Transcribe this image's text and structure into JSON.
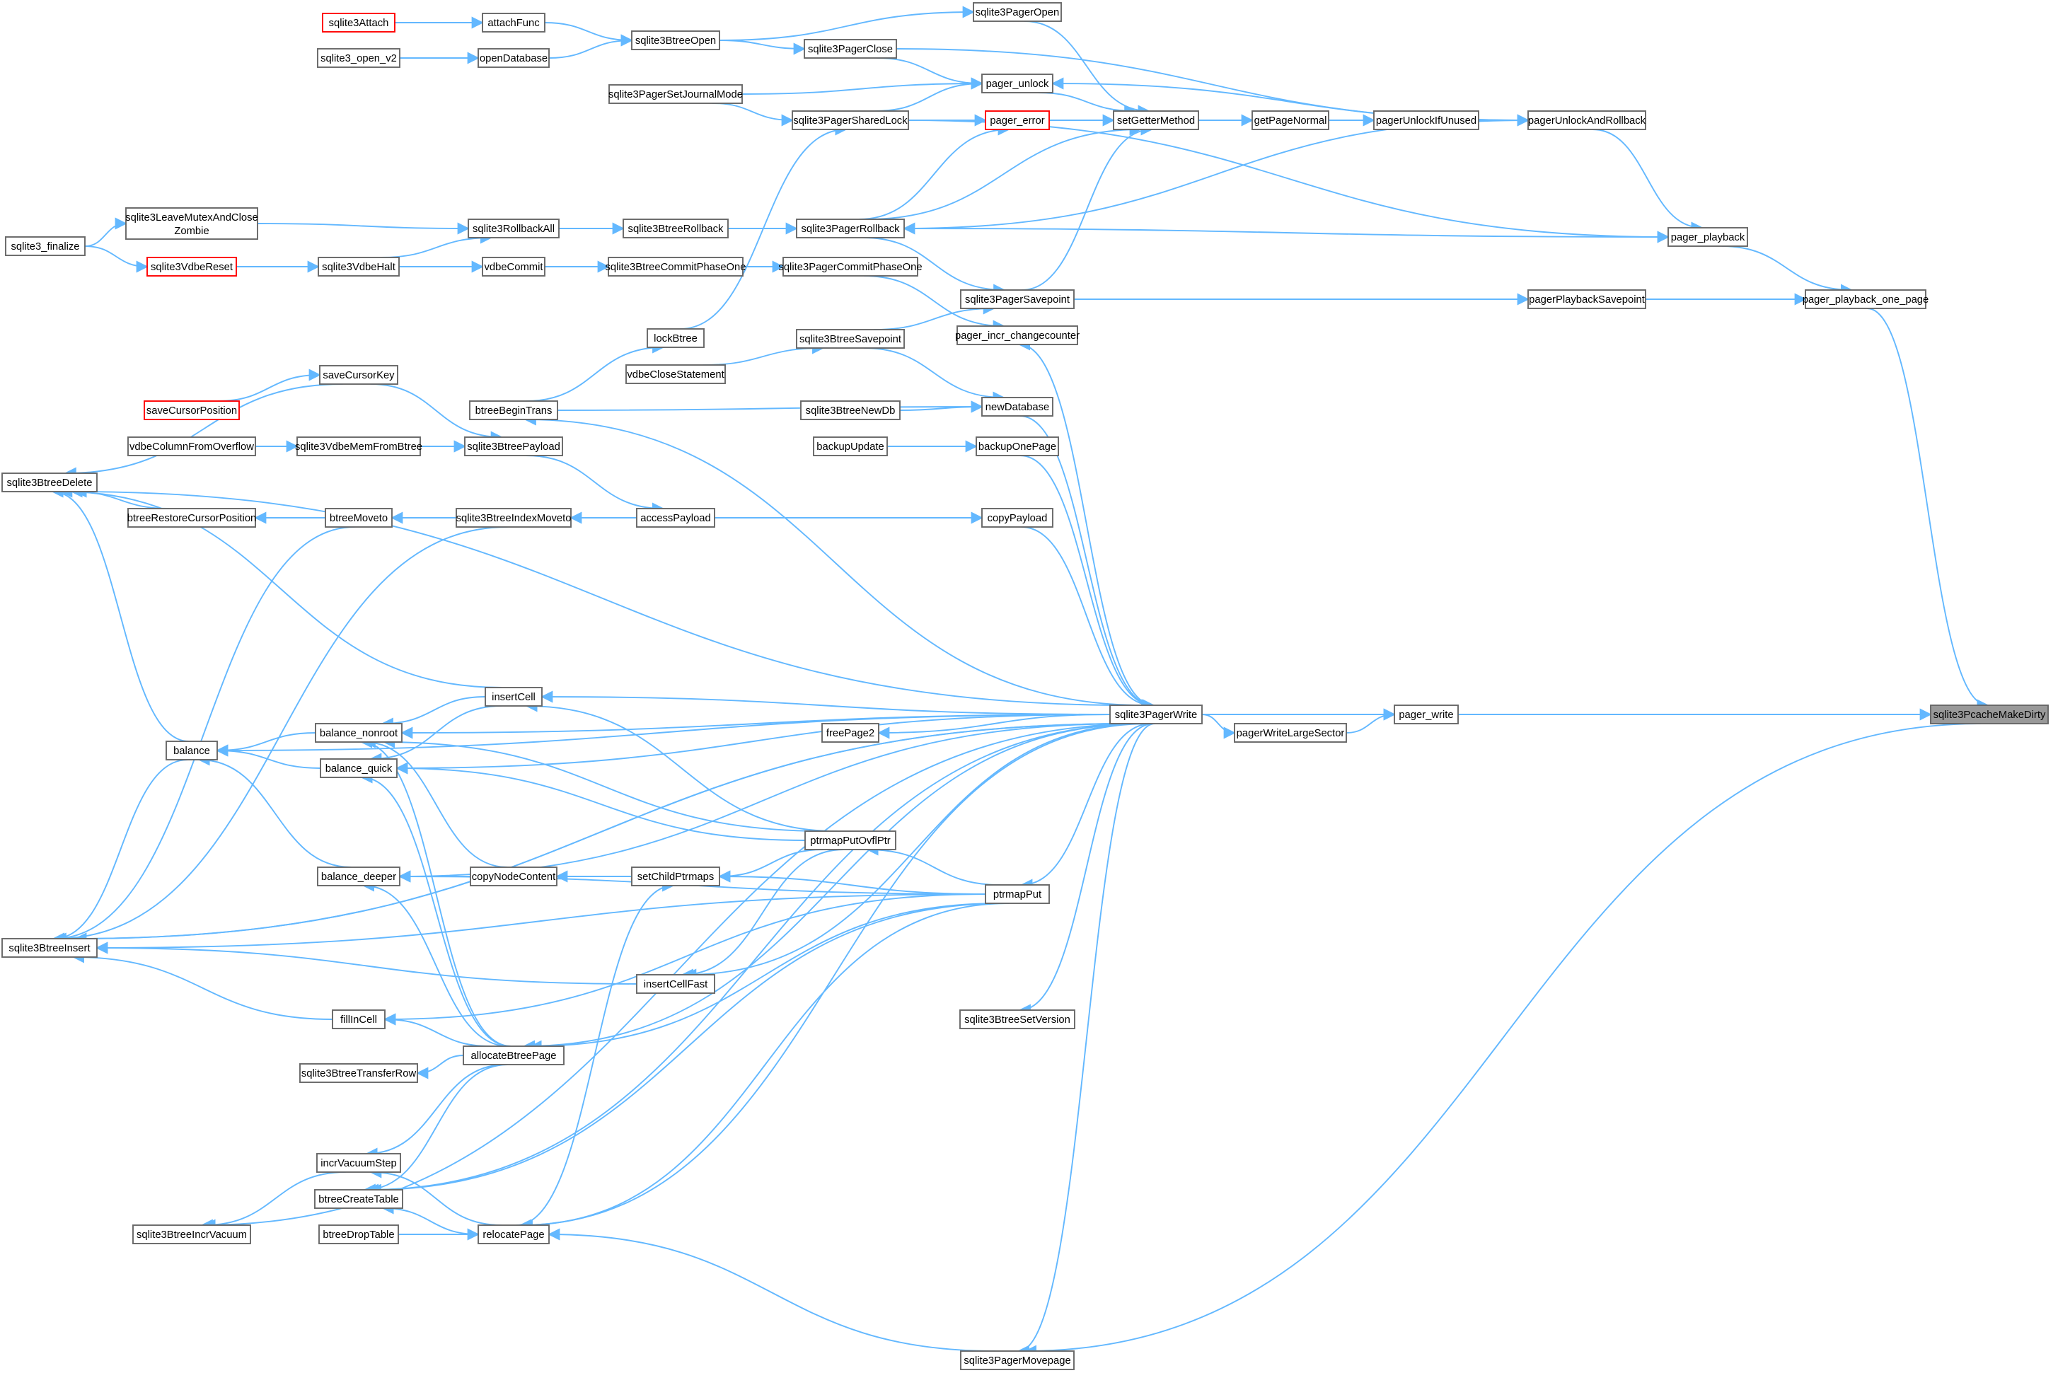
{
  "colors": {
    "edge": "#63b8ff",
    "box_border": "#666666",
    "highlight_border": "#ff0000",
    "root_fill": "#999999"
  },
  "nodes": [
    {
      "id": "sqlite3Attach",
      "label": "sqlite3Attach",
      "style": "red"
    },
    {
      "id": "attachFunc",
      "label": "attachFunc"
    },
    {
      "id": "sqlite3_open_v2",
      "label": "sqlite3_open_v2"
    },
    {
      "id": "openDatabase",
      "label": "openDatabase"
    },
    {
      "id": "sqlite3BtreeOpen",
      "label": "sqlite3BtreeOpen"
    },
    {
      "id": "sqlite3PagerOpen",
      "label": "sqlite3PagerOpen"
    },
    {
      "id": "sqlite3PagerClose",
      "label": "sqlite3PagerClose"
    },
    {
      "id": "sqlite3PagerSetJournalMode",
      "label": "sqlite3PagerSetJournalMode"
    },
    {
      "id": "pager_unlock",
      "label": "pager_unlock"
    },
    {
      "id": "sqlite3PagerSharedLock",
      "label": "sqlite3PagerSharedLock"
    },
    {
      "id": "pager_error",
      "label": "pager_error",
      "style": "red"
    },
    {
      "id": "setGetterMethod",
      "label": "setGetterMethod"
    },
    {
      "id": "getPageNormal",
      "label": "getPageNormal"
    },
    {
      "id": "pagerUnlockIfUnused",
      "label": "pagerUnlockIfUnused"
    },
    {
      "id": "pagerUnlockAndRollback",
      "label": "pagerUnlockAndRollback"
    },
    {
      "id": "sqlite3_finalize",
      "label": "sqlite3_finalize"
    },
    {
      "id": "sqlite3LeaveMutexAndCloseZombie",
      "label": "sqlite3LeaveMutexAndClose",
      "label2": "Zombie"
    },
    {
      "id": "sqlite3VdbeReset",
      "label": "sqlite3VdbeReset",
      "style": "red"
    },
    {
      "id": "sqlite3RollbackAll",
      "label": "sqlite3RollbackAll"
    },
    {
      "id": "sqlite3VdbeHalt",
      "label": "sqlite3VdbeHalt"
    },
    {
      "id": "sqlite3BtreeRollback",
      "label": "sqlite3BtreeRollback"
    },
    {
      "id": "sqlite3PagerRollback",
      "label": "sqlite3PagerRollback"
    },
    {
      "id": "vdbeCommit",
      "label": "vdbeCommit"
    },
    {
      "id": "sqlite3BtreeCommitPhaseOne",
      "label": "sqlite3BtreeCommitPhaseOne"
    },
    {
      "id": "sqlite3PagerCommitPhaseOne",
      "label": "sqlite3PagerCommitPhaseOne"
    },
    {
      "id": "pager_playback",
      "label": "pager_playback"
    },
    {
      "id": "sqlite3PagerSavepoint",
      "label": "sqlite3PagerSavepoint"
    },
    {
      "id": "pagerPlaybackSavepoint",
      "label": "pagerPlaybackSavepoint"
    },
    {
      "id": "pager_playback_one_page",
      "label": "pager_playback_one_page"
    },
    {
      "id": "pager_incr_changecounter",
      "label": "pager_incr_changecounter"
    },
    {
      "id": "lockBtree",
      "label": "lockBtree"
    },
    {
      "id": "sqlite3BtreeSavepoint",
      "label": "sqlite3BtreeSavepoint"
    },
    {
      "id": "vdbeCloseStatement",
      "label": "vdbeCloseStatement"
    },
    {
      "id": "saveCursorKey",
      "label": "saveCursorKey"
    },
    {
      "id": "saveCursorPosition",
      "label": "saveCursorPosition",
      "style": "red"
    },
    {
      "id": "btreeBeginTrans",
      "label": "btreeBeginTrans"
    },
    {
      "id": "sqlite3BtreeNewDb",
      "label": "sqlite3BtreeNewDb"
    },
    {
      "id": "newDatabase",
      "label": "newDatabase"
    },
    {
      "id": "vdbeColumnFromOverflow",
      "label": "vdbeColumnFromOverflow"
    },
    {
      "id": "sqlite3VdbeMemFromBtree",
      "label": "sqlite3VdbeMemFromBtree"
    },
    {
      "id": "sqlite3BtreePayload",
      "label": "sqlite3BtreePayload"
    },
    {
      "id": "backupUpdate",
      "label": "backupUpdate"
    },
    {
      "id": "backupOnePage",
      "label": "backupOnePage"
    },
    {
      "id": "sqlite3BtreeDelete",
      "label": "sqlite3BtreeDelete"
    },
    {
      "id": "btreeRestoreCursorPosition",
      "label": "btreeRestoreCursorPosition"
    },
    {
      "id": "btreeMoveto",
      "label": "btreeMoveto"
    },
    {
      "id": "sqlite3BtreeIndexMoveto",
      "label": "sqlite3BtreeIndexMoveto"
    },
    {
      "id": "accessPayload",
      "label": "accessPayload"
    },
    {
      "id": "copyPayload",
      "label": "copyPayload"
    },
    {
      "id": "insertCell",
      "label": "insertCell"
    },
    {
      "id": "balance",
      "label": "balance"
    },
    {
      "id": "balance_nonroot",
      "label": "balance_nonroot"
    },
    {
      "id": "sqlite3PagerWrite",
      "label": "sqlite3PagerWrite"
    },
    {
      "id": "pager_write",
      "label": "pager_write"
    },
    {
      "id": "sqlite3PcacheMakeDirty",
      "label": "sqlite3PcacheMakeDirty",
      "style": "root"
    },
    {
      "id": "freePage2",
      "label": "freePage2"
    },
    {
      "id": "pagerWriteLargeSector",
      "label": "pagerWriteLargeSector"
    },
    {
      "id": "balance_quick",
      "label": "balance_quick"
    },
    {
      "id": "ptrmapPutOvflPtr",
      "label": "ptrmapPutOvflPtr"
    },
    {
      "id": "balance_deeper",
      "label": "balance_deeper"
    },
    {
      "id": "copyNodeContent",
      "label": "copyNodeContent"
    },
    {
      "id": "setChildPtrmaps",
      "label": "setChildPtrmaps"
    },
    {
      "id": "ptrmapPut",
      "label": "ptrmapPut"
    },
    {
      "id": "sqlite3BtreeInsert",
      "label": "sqlite3BtreeInsert"
    },
    {
      "id": "insertCellFast",
      "label": "insertCellFast"
    },
    {
      "id": "sqlite3BtreeSetVersion",
      "label": "sqlite3BtreeSetVersion"
    },
    {
      "id": "fillInCell",
      "label": "fillInCell"
    },
    {
      "id": "allocateBtreePage",
      "label": "allocateBtreePage"
    },
    {
      "id": "sqlite3BtreeTransferRow",
      "label": "sqlite3BtreeTransferRow"
    },
    {
      "id": "incrVacuumStep",
      "label": "incrVacuumStep"
    },
    {
      "id": "btreeCreateTable",
      "label": "btreeCreateTable"
    },
    {
      "id": "sqlite3BtreeIncrVacuum",
      "label": "sqlite3BtreeIncrVacuum"
    },
    {
      "id": "btreeDropTable",
      "label": "btreeDropTable"
    },
    {
      "id": "relocatePage",
      "label": "relocatePage"
    },
    {
      "id": "sqlite3PagerMovepage",
      "label": "sqlite3PagerMovepage"
    }
  ],
  "edges": [
    [
      "sqlite3Attach",
      "attachFunc"
    ],
    [
      "attachFunc",
      "sqlite3BtreeOpen"
    ],
    [
      "sqlite3_open_v2",
      "openDatabase"
    ],
    [
      "openDatabase",
      "sqlite3BtreeOpen"
    ],
    [
      "sqlite3BtreeOpen",
      "sqlite3PagerOpen"
    ],
    [
      "sqlite3BtreeOpen",
      "sqlite3PagerClose"
    ],
    [
      "sqlite3PagerOpen",
      "setGetterMethod"
    ],
    [
      "sqlite3PagerClose",
      "pager_unlock"
    ],
    [
      "sqlite3PagerClose",
      "pagerUnlockAndRollback"
    ],
    [
      "sqlite3PagerSetJournalMode",
      "pager_unlock"
    ],
    [
      "sqlite3PagerSetJournalMode",
      "sqlite3PagerSharedLock"
    ],
    [
      "sqlite3PagerSharedLock",
      "pager_unlock"
    ],
    [
      "sqlite3PagerSharedLock",
      "pager_error"
    ],
    [
      "sqlite3PagerSharedLock",
      "pager_playback"
    ],
    [
      "pager_unlock",
      "setGetterMethod"
    ],
    [
      "pager_error",
      "setGetterMethod"
    ],
    [
      "setGetterMethod",
      "getPageNormal"
    ],
    [
      "getPageNormal",
      "pagerUnlockIfUnused"
    ],
    [
      "pagerUnlockIfUnused",
      "pagerUnlockAndRollback"
    ],
    [
      "pagerUnlockAndRollback",
      "pager_unlock"
    ],
    [
      "pagerUnlockAndRollback",
      "sqlite3PagerRollback"
    ],
    [
      "pagerUnlockAndRollback",
      "pager_playback"
    ],
    [
      "sqlite3_finalize",
      "sqlite3LeaveMutexAndCloseZombie"
    ],
    [
      "sqlite3_finalize",
      "sqlite3VdbeReset"
    ],
    [
      "sqlite3LeaveMutexAndCloseZombie",
      "sqlite3RollbackAll"
    ],
    [
      "sqlite3VdbeReset",
      "sqlite3VdbeHalt"
    ],
    [
      "sqlite3VdbeHalt",
      "sqlite3RollbackAll"
    ],
    [
      "sqlite3VdbeHalt",
      "vdbeCommit"
    ],
    [
      "sqlite3RollbackAll",
      "sqlite3BtreeRollback"
    ],
    [
      "sqlite3BtreeRollback",
      "sqlite3PagerRollback"
    ],
    [
      "sqlite3PagerRollback",
      "pager_error"
    ],
    [
      "sqlite3PagerRollback",
      "setGetterMethod"
    ],
    [
      "sqlite3PagerRollback",
      "pager_playback"
    ],
    [
      "sqlite3PagerRollback",
      "sqlite3PagerSavepoint"
    ],
    [
      "vdbeCommit",
      "sqlite3BtreeCommitPhaseOne"
    ],
    [
      "sqlite3BtreeCommitPhaseOne",
      "sqlite3PagerCommitPhaseOne"
    ],
    [
      "sqlite3PagerCommitPhaseOne",
      "pager_incr_changecounter"
    ],
    [
      "pager_playback",
      "pager_playback_one_page"
    ],
    [
      "sqlite3PagerSavepoint",
      "setGetterMethod"
    ],
    [
      "sqlite3PagerSavepoint",
      "pagerPlaybackSavepoint"
    ],
    [
      "pagerPlaybackSavepoint",
      "pager_playback_one_page"
    ],
    [
      "pager_playback_one_page",
      "sqlite3PcacheMakeDirty"
    ],
    [
      "lockBtree",
      "sqlite3PagerSharedLock"
    ],
    [
      "btreeBeginTrans",
      "lockBtree"
    ],
    [
      "btreeBeginTrans",
      "newDatabase"
    ],
    [
      "sqlite3BtreeSavepoint",
      "sqlite3PagerSavepoint"
    ],
    [
      "sqlite3BtreeSavepoint",
      "newDatabase"
    ],
    [
      "vdbeCloseStatement",
      "sqlite3BtreeSavepoint"
    ],
    [
      "sqlite3BtreeNewDb",
      "newDatabase"
    ],
    [
      "newDatabase",
      "sqlite3PagerWrite"
    ],
    [
      "saveCursorPosition",
      "saveCursorKey"
    ],
    [
      "saveCursorKey",
      "sqlite3BtreeDelete"
    ],
    [
      "saveCursorKey",
      "sqlite3BtreePayload"
    ],
    [
      "vdbeColumnFromOverflow",
      "sqlite3VdbeMemFromBtree"
    ],
    [
      "vdbeColumnFromOverflow",
      "sqlite3BtreePayload"
    ],
    [
      "sqlite3VdbeMemFromBtree",
      "sqlite3BtreePayload"
    ],
    [
      "sqlite3BtreePayload",
      "accessPayload"
    ],
    [
      "backupUpdate",
      "backupOnePage"
    ],
    [
      "backupOnePage",
      "sqlite3PagerWrite"
    ],
    [
      "btreeRestoreCursorPosition",
      "sqlite3BtreeDelete"
    ],
    [
      "btreeMoveto",
      "btreeRestoreCursorPosition"
    ],
    [
      "btreeMoveto",
      "sqlite3BtreeInsert"
    ],
    [
      "sqlite3BtreeIndexMoveto",
      "btreeMoveto"
    ],
    [
      "sqlite3BtreeIndexMoveto",
      "sqlite3BtreeInsert"
    ],
    [
      "accessPayload",
      "sqlite3BtreeIndexMoveto"
    ],
    [
      "accessPayload",
      "copyPayload"
    ],
    [
      "copyPayload",
      "sqlite3PagerWrite"
    ],
    [
      "sqlite3PagerWrite",
      "sqlite3BtreeDelete"
    ],
    [
      "sqlite3PagerWrite",
      "btreeBeginTrans"
    ],
    [
      "sqlite3PagerWrite",
      "pager_incr_changecounter"
    ],
    [
      "sqlite3PagerWrite",
      "balance"
    ],
    [
      "sqlite3PagerWrite",
      "balance_nonroot"
    ],
    [
      "sqlite3PagerWrite",
      "insertCell"
    ],
    [
      "sqlite3PagerWrite",
      "freePage2"
    ],
    [
      "sqlite3PagerWrite",
      "balance_quick"
    ],
    [
      "sqlite3PagerWrite",
      "balance_deeper"
    ],
    [
      "sqlite3PagerWrite",
      "ptrmapPut"
    ],
    [
      "sqlite3PagerWrite",
      "sqlite3BtreeInsert"
    ],
    [
      "sqlite3PagerWrite",
      "insertCellFast"
    ],
    [
      "sqlite3PagerWrite",
      "sqlite3BtreeSetVersion"
    ],
    [
      "sqlite3PagerWrite",
      "allocateBtreePage"
    ],
    [
      "sqlite3PagerWrite",
      "btreeCreateTable"
    ],
    [
      "sqlite3PagerWrite",
      "relocatePage"
    ],
    [
      "sqlite3PagerWrite",
      "sqlite3BtreeIncrVacuum"
    ],
    [
      "sqlite3PagerWrite",
      "sqlite3PagerMovepage"
    ],
    [
      "sqlite3PagerWrite",
      "pagerWriteLargeSector"
    ],
    [
      "sqlite3PagerWrite",
      "pager_write"
    ],
    [
      "pagerWriteLargeSector",
      "pager_write"
    ],
    [
      "pager_write",
      "sqlite3PcacheMakeDirty"
    ],
    [
      "insertCell",
      "balance_nonroot"
    ],
    [
      "insertCell",
      "balance_quick"
    ],
    [
      "insertCell",
      "sqlite3BtreeDelete"
    ],
    [
      "balance",
      "sqlite3BtreeDelete"
    ],
    [
      "balance",
      "sqlite3BtreeInsert"
    ],
    [
      "balance_nonroot",
      "balance"
    ],
    [
      "balance_quick",
      "balance"
    ],
    [
      "balance_deeper",
      "balance"
    ],
    [
      "ptrmapPutOvflPtr",
      "insertCell"
    ],
    [
      "ptrmapPutOvflPtr",
      "balance_nonroot"
    ],
    [
      "ptrmapPutOvflPtr",
      "balance_quick"
    ],
    [
      "ptrmapPutOvflPtr",
      "setChildPtrmaps"
    ],
    [
      "ptrmapPutOvflPtr",
      "insertCellFast"
    ],
    [
      "copyNodeContent",
      "balance_deeper"
    ],
    [
      "copyNodeContent",
      "balance_nonroot"
    ],
    [
      "setChildPtrmaps",
      "copyNodeContent"
    ],
    [
      "ptrmapPut",
      "ptrmapPutOvflPtr"
    ],
    [
      "ptrmapPut",
      "setChildPtrmaps"
    ],
    [
      "ptrmapPut",
      "balance_deeper"
    ],
    [
      "ptrmapPut",
      "sqlite3BtreeInsert"
    ],
    [
      "ptrmapPut",
      "fillInCell"
    ],
    [
      "ptrmapPut",
      "allocateBtreePage"
    ],
    [
      "ptrmapPut",
      "btreeCreateTable"
    ],
    [
      "ptrmapPut",
      "relocatePage"
    ],
    [
      "insertCellFast",
      "sqlite3BtreeInsert"
    ],
    [
      "fillInCell",
      "sqlite3BtreeInsert"
    ],
    [
      "allocateBtreePage",
      "fillInCell"
    ],
    [
      "allocateBtreePage",
      "sqlite3BtreeTransferRow"
    ],
    [
      "allocateBtreePage",
      "incrVacuumStep"
    ],
    [
      "allocateBtreePage",
      "btreeCreateTable"
    ],
    [
      "allocateBtreePage",
      "balance_nonroot"
    ],
    [
      "allocateBtreePage",
      "balance_quick"
    ],
    [
      "allocateBtreePage",
      "balance_deeper"
    ],
    [
      "incrVacuumStep",
      "sqlite3BtreeIncrVacuum"
    ],
    [
      "relocatePage",
      "incrVacuumStep"
    ],
    [
      "relocatePage",
      "btreeCreateTable"
    ],
    [
      "btreeDropTable",
      "relocatePage"
    ],
    [
      "relocatePage",
      "setChildPtrmaps"
    ],
    [
      "sqlite3PagerMovepage",
      "relocatePage"
    ],
    [
      "sqlite3PcacheMakeDirty",
      "sqlite3PagerMovepage"
    ],
    [
      "sqlite3PagerWrite",
      "sqlite3BtreeInsert"
    ]
  ]
}
